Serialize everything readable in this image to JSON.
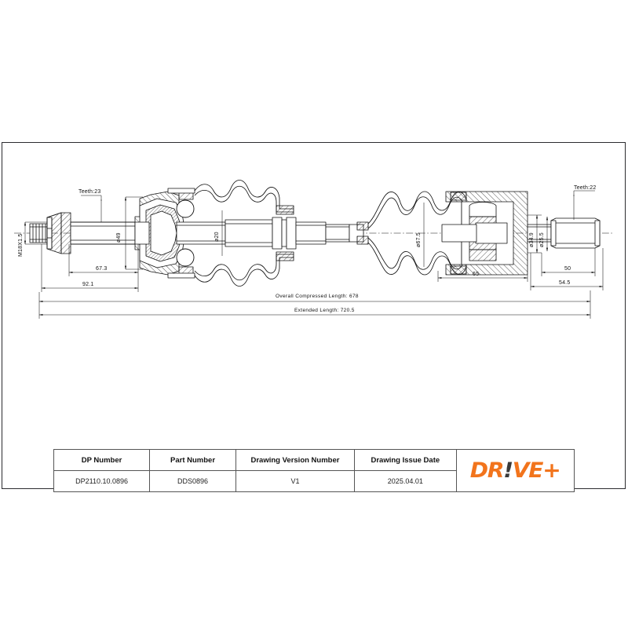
{
  "document": {
    "type": "engineering-drawing",
    "subject": "drive-shaft-assembly"
  },
  "drawing": {
    "callouts": {
      "teeth_left": "Teeth:23",
      "teeth_right": "Teeth:22",
      "thread_left": "M18X1.5"
    },
    "diameters": {
      "d_left_shaft": "ø49",
      "d_center_shaft": "ø20",
      "d_boot_right": "ø67.5",
      "d_stub_outer": "ø34.9",
      "d_stub_inner": "ø25.5"
    },
    "linear_dims": {
      "left_inner": "67.3",
      "left_outer": "92.1",
      "right_joint": "65",
      "right_spline": "50",
      "right_stub": "54.5"
    },
    "lengths": {
      "compressed": "Overall  Compressed  Length: 678",
      "extended": "Extended  Length: 720.5"
    }
  },
  "titleblock": {
    "headers": [
      "DP Number",
      "Part Number",
      "Drawing Version Number",
      "Drawing Issue Date"
    ],
    "values": [
      "DP2110.10.0896",
      "DDS0896",
      "V1",
      "2025.04.01"
    ],
    "logo": {
      "part1": "DR",
      "bang": "!",
      "part2": "VE+",
      "color": "#F2741C",
      "bang_color": "#3a3a3a"
    }
  }
}
